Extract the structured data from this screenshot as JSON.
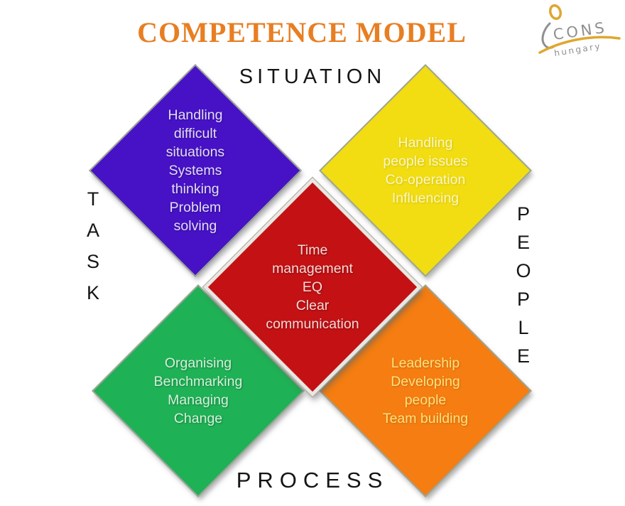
{
  "title": {
    "text": "COMPETENCE MODEL",
    "color": "#E87E22"
  },
  "logo": {
    "main": "CONS",
    "sub": "hungary",
    "accent_color": "#DFA72F",
    "ink_color": "#8F8F8F"
  },
  "axes": {
    "top": "SITUATION",
    "left": "TASK",
    "right": "PEOPLE",
    "bottom": "PROCESS"
  },
  "diamonds": [
    {
      "id": "situation-task",
      "position": "top-left",
      "color": "#4712C6",
      "text_color": "#E3DDF8",
      "text": "Handling\ndifficult\nsituations\nSystems\nthinking\nProblem\nsolving"
    },
    {
      "id": "situation-people",
      "position": "top-right",
      "color": "#F2DD12",
      "text_color": "#FBF7C2",
      "text": "Handling\npeople issues\nCo-operation\nInfluencing"
    },
    {
      "id": "core-competences",
      "position": "center",
      "color": "#C31114",
      "text_color": "#F6D9D6",
      "text": "Time\nmanagement\nEQ\nClear\ncommunication"
    },
    {
      "id": "process-task",
      "position": "bottom-left",
      "color": "#1FB155",
      "text_color": "#D3F1DC",
      "text": "Organising\nBenchmarking\nManaging\nChange"
    },
    {
      "id": "process-people",
      "position": "bottom-right",
      "color": "#F57D11",
      "text_color": "#FFE07E",
      "text": "Leadership\nDeveloping\npeople\nTeam building"
    }
  ]
}
